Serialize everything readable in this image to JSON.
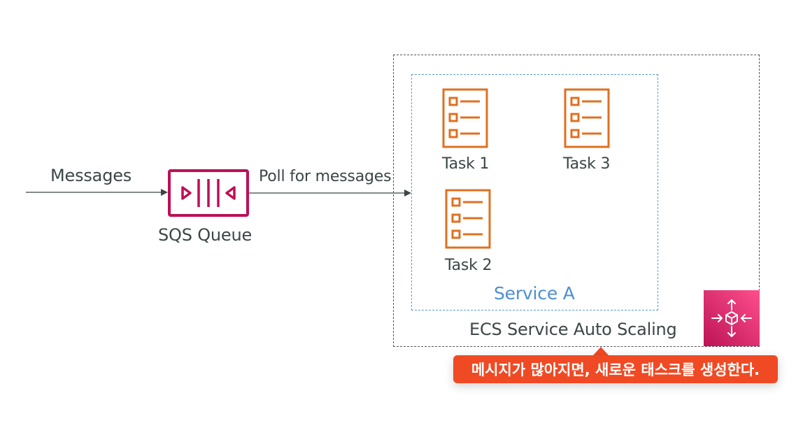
{
  "diagram": {
    "incoming_label": "Messages",
    "poll_label": "Poll for messages",
    "queue": {
      "name": "SQS Queue",
      "icon": "sqs-queue-icon",
      "color": "#bd0f57"
    },
    "service_container": {
      "label": "ECS Service Auto Scaling",
      "icon": "auto-scaling-icon",
      "tile_gradient": [
        "#bc1356",
        "#ff4f8b"
      ]
    },
    "service": {
      "label": "Service A",
      "color": "#4a8fd3",
      "tasks": [
        {
          "label": "Task 1",
          "icon": "task-list-icon"
        },
        {
          "label": "Task 3",
          "icon": "task-list-icon"
        },
        {
          "label": "Task 2",
          "icon": "task-list-icon"
        }
      ],
      "task_color": "#e07020"
    },
    "annotation": {
      "text": "메시지가 많아지면, 새로운 태스크를 생성한다.",
      "color": "#f04a24"
    }
  }
}
